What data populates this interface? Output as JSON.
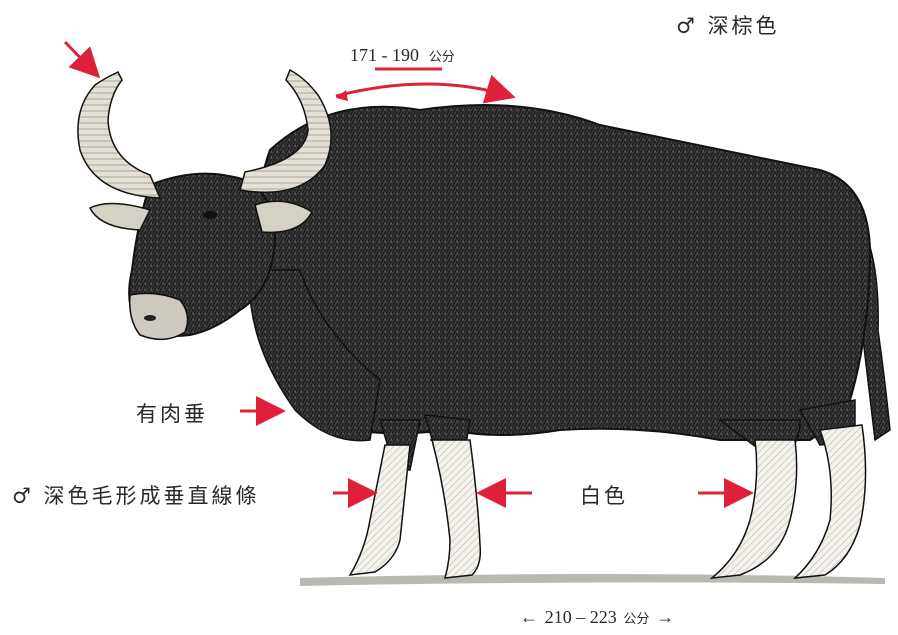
{
  "labels": {
    "male_color": {
      "symbol": "♂",
      "text": "深棕色"
    },
    "shoulder_height": {
      "range": "171 - 190",
      "unit": "公分"
    },
    "dewlap": "有肉垂",
    "male_legs": {
      "symbol": "♂",
      "text": "深色毛形成垂直線條"
    },
    "white_stockings": "白色",
    "body_length": {
      "left_arrow": "←",
      "range": "210 – 223",
      "unit": "公分",
      "right_arrow": "→"
    }
  },
  "colors": {
    "accent_arrow": "#e0203a",
    "coat": "#2b2b2b",
    "horn": "#d9d4c6",
    "stocking": "#f2f0ea"
  }
}
